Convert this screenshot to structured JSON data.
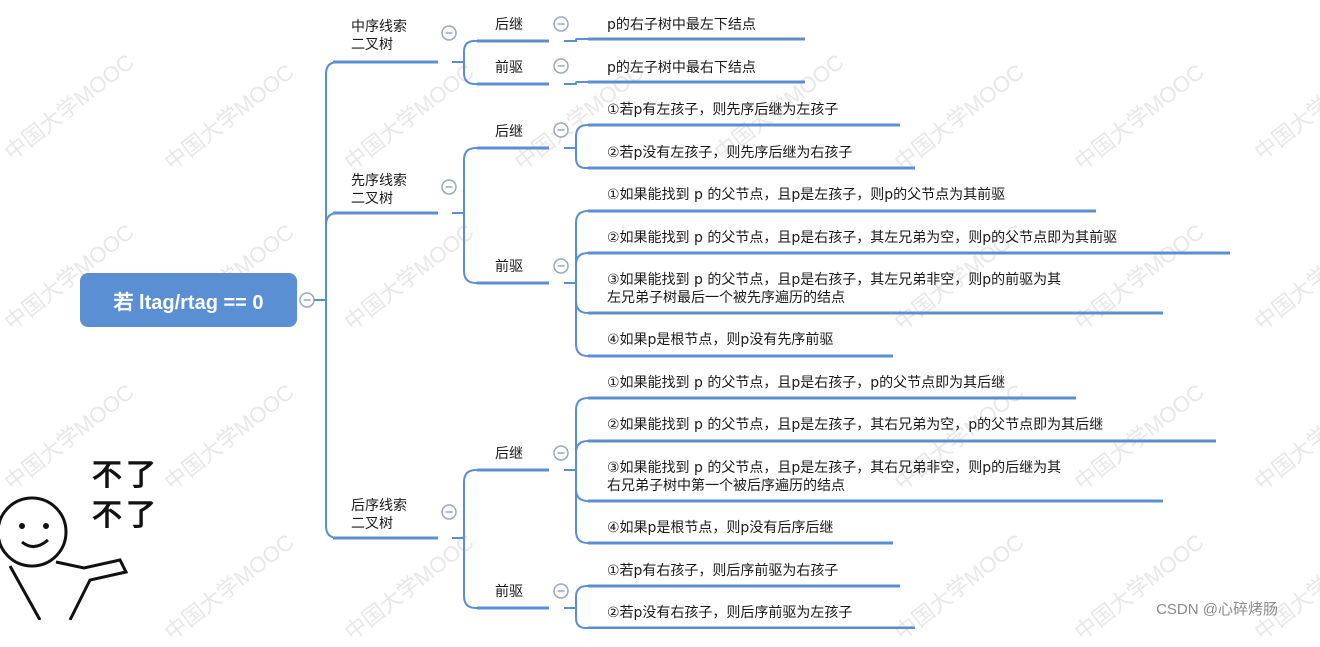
{
  "root": {
    "label": "若 ltag/rtag == 0"
  },
  "branches": [
    {
      "title": "中序线索\n二叉树",
      "children": [
        {
          "label": "后继",
          "items": [
            "p的右子树中最左下结点"
          ]
        },
        {
          "label": "前驱",
          "items": [
            "p的左子树中最右下结点"
          ]
        }
      ]
    },
    {
      "title": "先序线索\n二叉树",
      "children": [
        {
          "label": "后继",
          "items": [
            "①若p有左孩子，则先序后继为左孩子",
            "②若p没有左孩子，则先序后继为右孩子"
          ]
        },
        {
          "label": "前驱",
          "items": [
            "①如果能找到 p 的父节点，且p是左孩子，则p的父节点为其前驱",
            "②如果能找到 p 的父节点，且p是右孩子，其左兄弟为空，则p的父节点即为其前驱",
            "③如果能找到 p 的父节点，且p是右孩子，其左兄弟非空，则p的前驱为其\n左兄弟子树最后一个被先序遍历的结点",
            "④如果p是根节点，则p没有先序前驱"
          ]
        }
      ]
    },
    {
      "title": "后序线索\n二叉树",
      "children": [
        {
          "label": "后继",
          "items": [
            "①如果能找到 p 的父节点，且p是右孩子，p的父节点即为其后继",
            "②如果能找到 p 的父节点，且p是左孩子，其右兄弟为空，p的父节点即为其后继",
            "③如果能找到 p 的父节点，且p是左孩子，其右兄弟非空，则p的后继为其\n右兄弟子树中第一个被后序遍历的结点",
            "④如果p是根节点，则p没有后序后继"
          ]
        },
        {
          "label": "前驱",
          "items": [
            "①若p有右孩子，则后序前驱为右孩子",
            "②若p没有右孩子，则后序前驱为左孩子"
          ]
        }
      ]
    }
  ],
  "sticker": {
    "line1": "不了",
    "line2": "不了"
  },
  "watermark": "中国大学MOOC",
  "credit": "CSDN @心碎烤肠",
  "colors": {
    "line": "#5b8fd4",
    "root_fill": "#5b8fd4",
    "collapse": "#9aa9bd"
  }
}
